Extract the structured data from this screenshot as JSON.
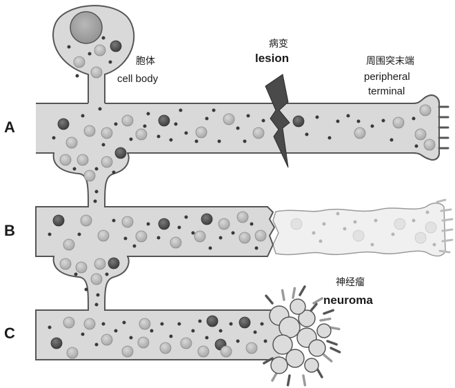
{
  "rows": [
    {
      "label": "A"
    },
    {
      "label": "B"
    },
    {
      "label": "C"
    }
  ],
  "labels": {
    "cell_body_zh": "胞体",
    "cell_body_en": "cell body",
    "lesion_zh": "病变",
    "lesion_en": "lesion",
    "peripheral_zh": "周围突末端",
    "peripheral_en_1": "peripheral",
    "peripheral_en_2": "terminal",
    "neuroma_zh": "神经瘤",
    "neuroma_en": "neuroma"
  },
  "colors": {
    "axon_fill": "#d9d9d9",
    "degenerated_fill": "#f0f0f0",
    "outline": "#555555",
    "lesion_bolt": "#4a4a4a",
    "vesicle_light": "#b3b3b3",
    "vesicle_dark": "#555555",
    "dot": "#3a3a3a"
  }
}
